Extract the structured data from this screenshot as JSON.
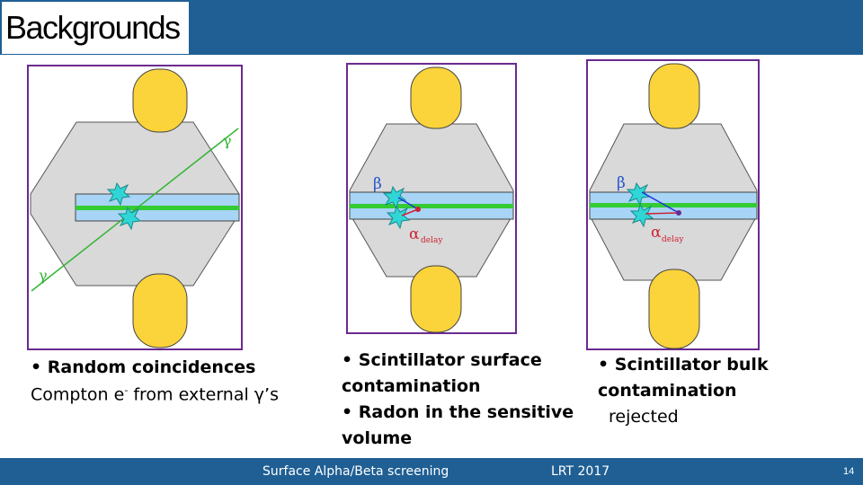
{
  "slide": {
    "title": "Backgrounds",
    "panels": [
      {
        "labels": {
          "gamma_top": "γ",
          "gamma_bottom": "γ"
        },
        "caption_line1": "• Random coincidences",
        "caption_line2_pre": "Compton e",
        "caption_line2_sup": "-",
        "caption_line2_post": " from external γ’s"
      },
      {
        "labels": {
          "beta": "β",
          "alpha": "α",
          "alpha_sub": "delay"
        },
        "caption_line1": "• Scintillator surface",
        "caption_line2": "contamination",
        "caption_line3": "• Radon in the sensitive",
        "caption_line4": "volume"
      },
      {
        "labels": {
          "beta": "β",
          "alpha": "α",
          "alpha_sub": "delay"
        },
        "caption_line1": "• Scintillator bulk",
        "caption_line2": "contamination",
        "caption_line3": "rejected"
      }
    ],
    "footer": {
      "left": "Surface Alpha/Beta screening",
      "center": "LRT 2017",
      "page": "14"
    },
    "colors": {
      "accent": "#1f5f94",
      "frame": "#6a2a8f",
      "pmt": "#fbd33a",
      "detector": "#d9d9d9",
      "scintillator": "#a8d4f5",
      "sample": "#33cc33",
      "gamma_line": "#33b533",
      "star": "#30d6d6",
      "beta_track": "#2233dd",
      "alpha_dot": "#cc2233",
      "label_blue": "#2255cc"
    }
  }
}
